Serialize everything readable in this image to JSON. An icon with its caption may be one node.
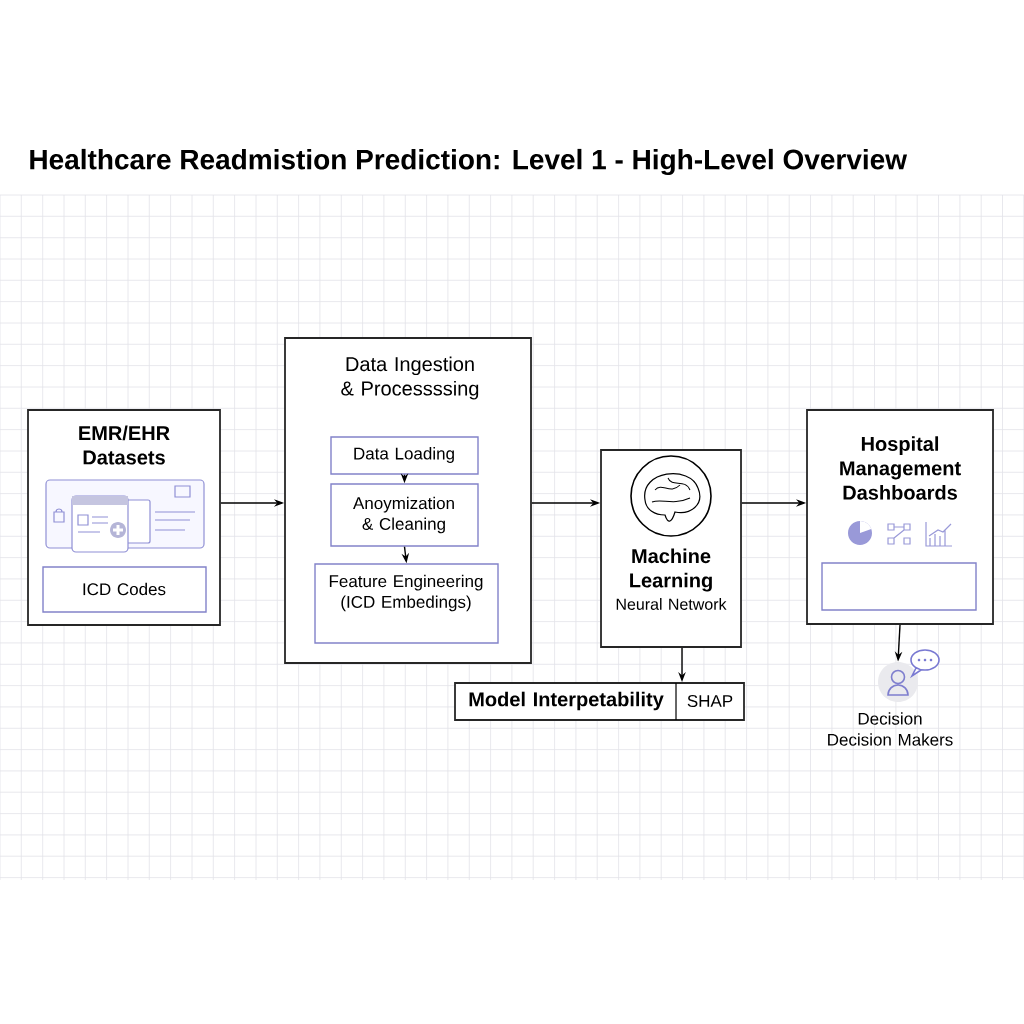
{
  "diagram": {
    "title": "Healthcare Readmistion Prediction: Level 1 - High-Level Overview",
    "nodes": [
      {
        "text": [
          "EMR/EHR Datasets"
        ]
      },
      {
        "text": [
          "ICD Codes"
        ],
        "in": 0
      },
      {
        "text": [
          "Data Ingestion & Processssing"
        ]
      },
      {
        "text": [
          "Data Loading"
        ],
        "in": 2
      },
      {
        "text": [
          "Anoymization & Cleaning"
        ],
        "in": 2
      },
      {
        "text": [
          "Feature Engineering (ICD Embedings)"
        ],
        "in": 2
      },
      {
        "text": [
          "Machine Learning",
          "Neural Network"
        ]
      },
      {
        "text": [
          "Hospital Management Dashboards"
        ]
      },
      {
        "text": [],
        "shape": "box",
        "in": 7
      },
      {
        "text": [
          "Model Interpetability",
          "SHAP"
        ]
      },
      {
        "text": [],
        "shape": "person",
        "beside": [
          "Decision Decision Makers"
        ]
      }
    ],
    "edges": [
      {
        "from": 0,
        "to": 2,
        "arrow": "to"
      },
      {
        "from": 3,
        "to": 4,
        "arrow": "to"
      },
      {
        "from": 4,
        "to": 5,
        "arrow": "to"
      },
      {
        "from": 2,
        "to": 6,
        "arrow": "to"
      },
      {
        "from": 6,
        "to": 7,
        "arrow": "to"
      },
      {
        "from": 6,
        "to": 9,
        "arrow": "to"
      },
      {
        "from": 7,
        "to": 10,
        "arrow": "to"
      }
    ]
  }
}
